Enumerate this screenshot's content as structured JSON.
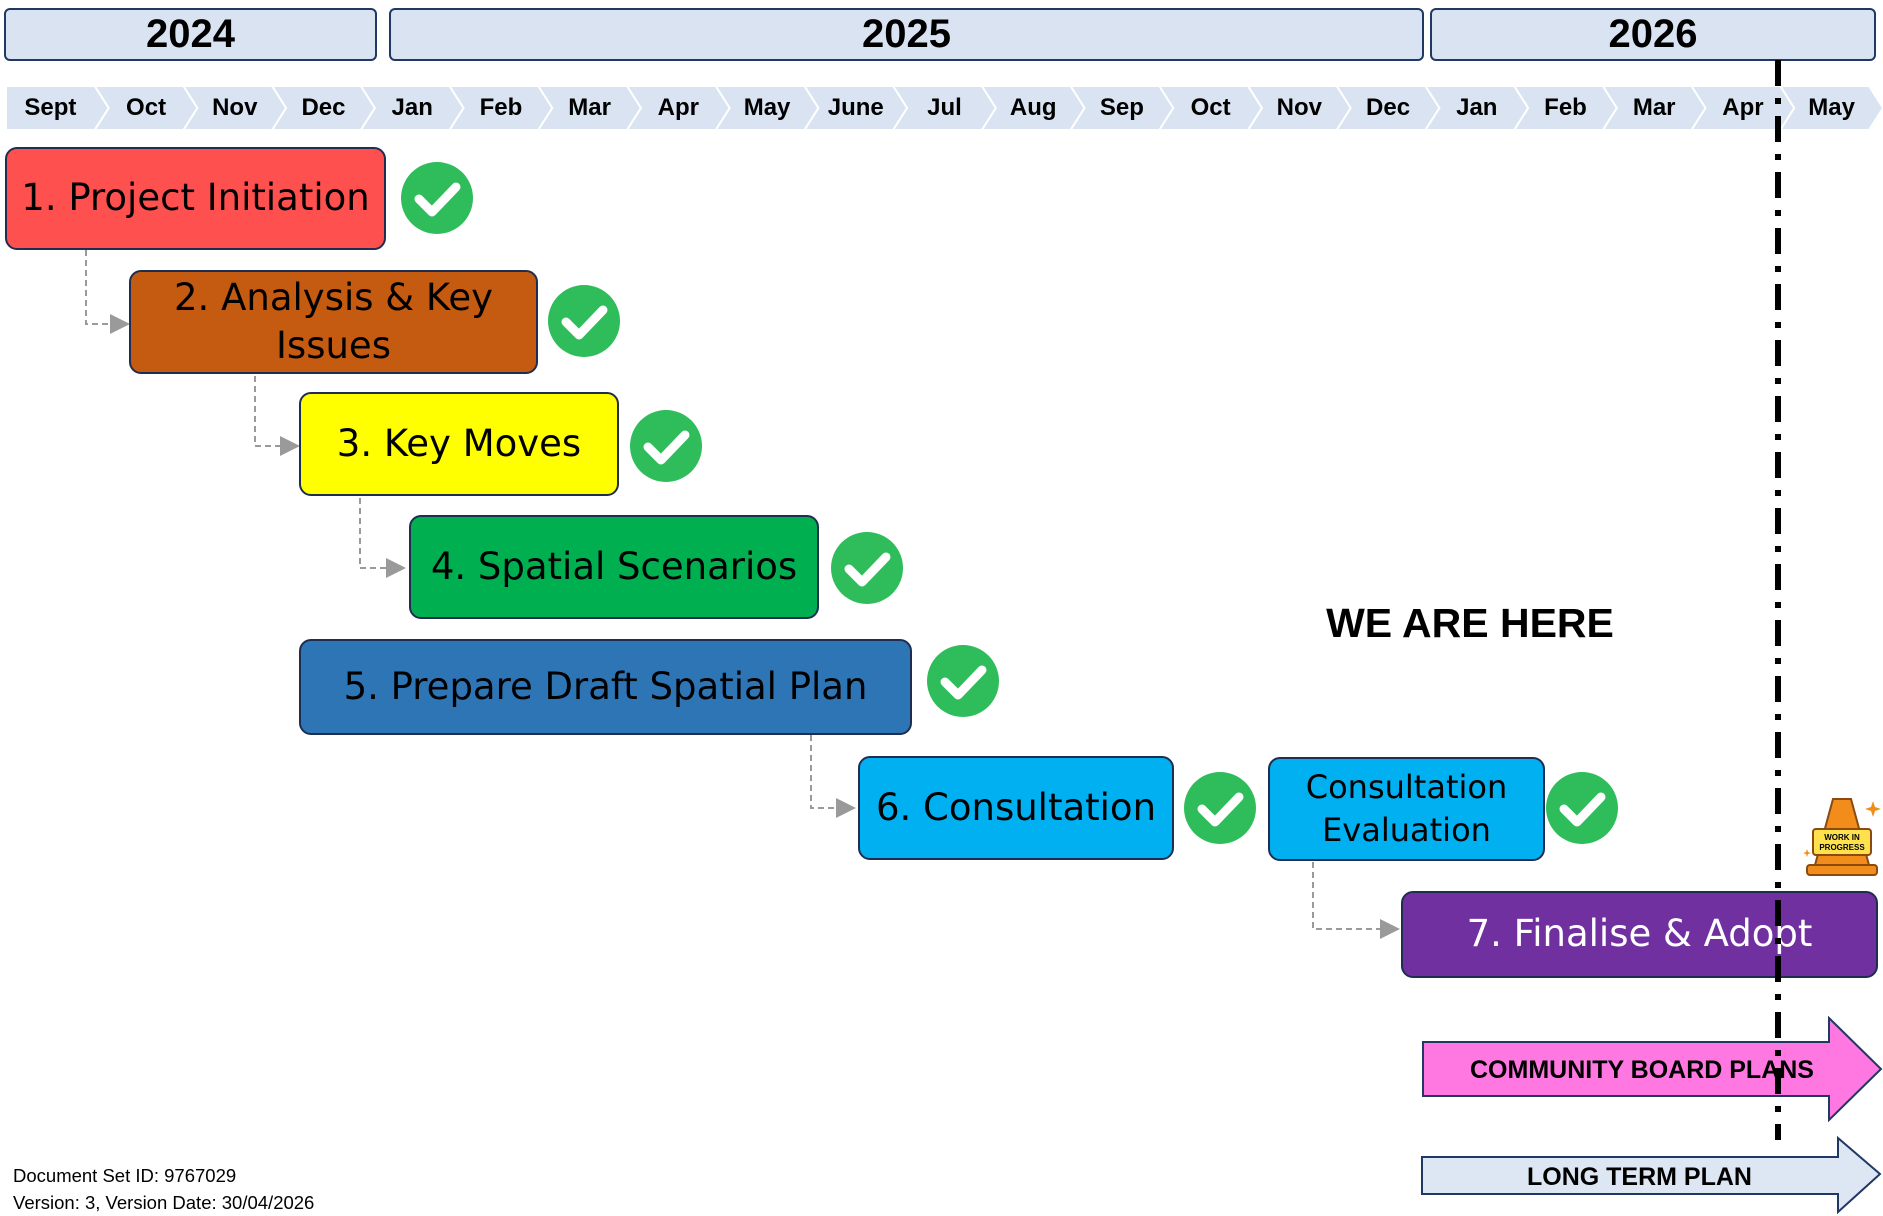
{
  "years": [
    {
      "label": "2024"
    },
    {
      "label": "2025"
    },
    {
      "label": "2026"
    }
  ],
  "months": [
    "Sept",
    "Oct",
    "Nov",
    "Dec",
    "Jan",
    "Feb",
    "Mar",
    "Apr",
    "May",
    "June",
    "Jul",
    "Aug",
    "Sep",
    "Oct",
    "Nov",
    "Dec",
    "Jan",
    "Feb",
    "Mar",
    "Apr",
    "May"
  ],
  "phases": [
    {
      "line1": "1. Project Initiation",
      "line2": "",
      "color": "#ff5050",
      "text_color": "#000000",
      "status": "complete"
    },
    {
      "line1": "2. Analysis & Key",
      "line2": "Issues",
      "color": "#c55a11",
      "text_color": "#000000",
      "status": "complete"
    },
    {
      "line1": "3. Key Moves",
      "line2": "",
      "color": "#ffff00",
      "text_color": "#000000",
      "status": "complete"
    },
    {
      "line1": "4. Spatial Scenarios",
      "line2": "",
      "color": "#00b050",
      "text_color": "#000000",
      "status": "complete"
    },
    {
      "line1": "5. Prepare Draft Spatial Plan",
      "line2": "",
      "color": "#2e75b6",
      "text_color": "#000000",
      "status": "complete"
    },
    {
      "line1": "6. Consultation",
      "line2": "",
      "color": "#00b0f0",
      "text_color": "#000000",
      "status": "complete"
    },
    {
      "line1": "Consultation",
      "line2": "Evaluation",
      "color": "#00b0f0",
      "text_color": "#000000",
      "status": "complete"
    },
    {
      "line1": "7. Finalise & Adopt",
      "line2": "",
      "color": "#7030a0",
      "text_color": "#ffffff",
      "status": "in-progress"
    }
  ],
  "marker": {
    "label": "WE ARE HERE",
    "cone_text_1": "WORK IN",
    "cone_text_2": "PROGRESS"
  },
  "arrows": [
    {
      "label": "COMMUNITY BOARD PLANS",
      "color": "#ff77e0"
    },
    {
      "label": "LONG TERM PLAN",
      "color": "#dde6f3"
    }
  ],
  "document": {
    "set_id": "Document Set ID: 9767029",
    "version": "Version: 3, Version Date: 30/04/2026"
  },
  "colors": {
    "year_fill": "#d9e3f1",
    "border": "#1f3864",
    "check": "#2ebd5a",
    "connector": "#9a9a9a"
  }
}
